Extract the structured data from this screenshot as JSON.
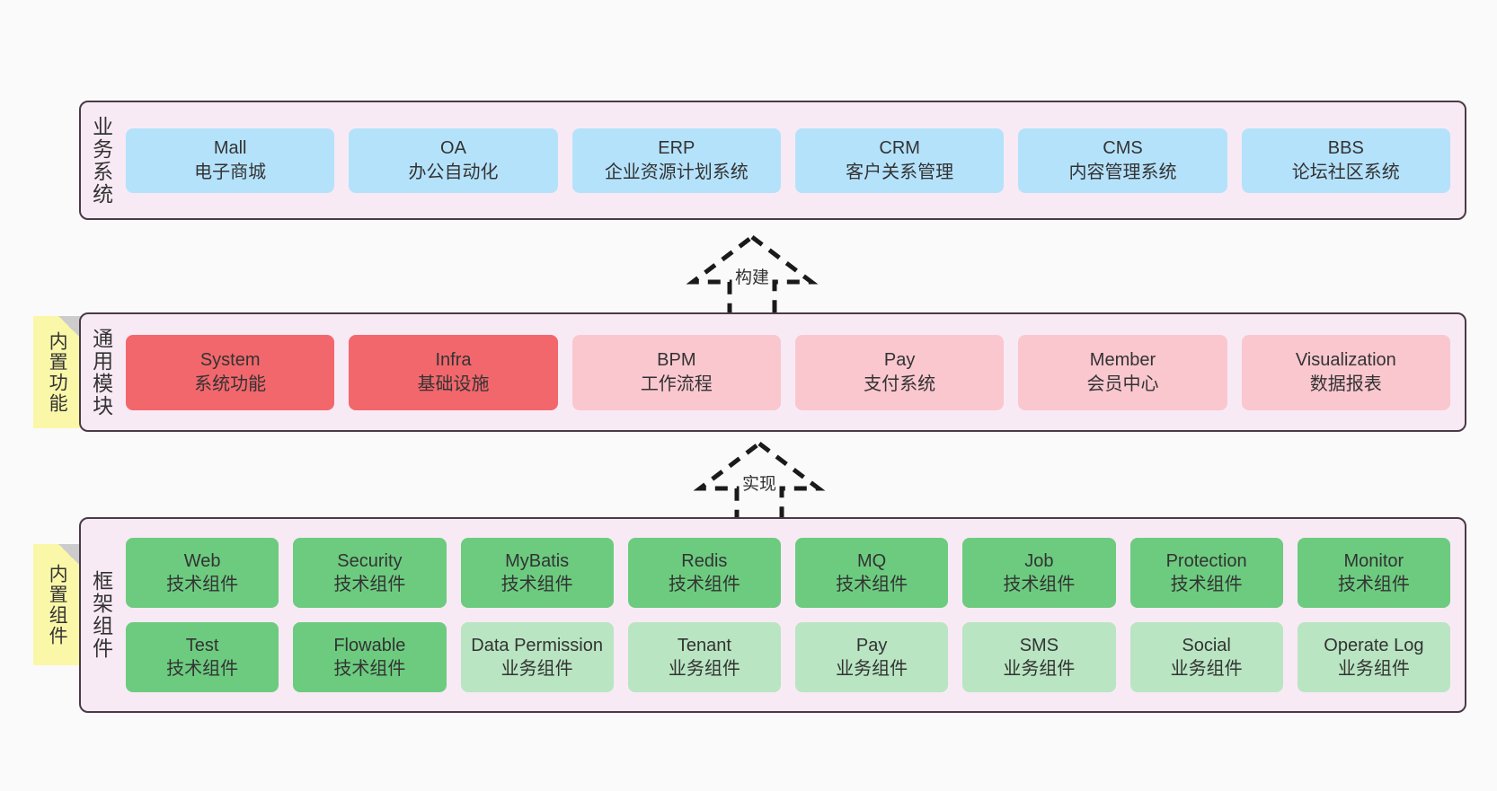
{
  "diagram": {
    "title_hidden": "",
    "colors": {
      "layer_fill": "#f8eaf4",
      "layer_border": "#4a3a47",
      "business_node": "#b5e2fb",
      "module_core_node": "#f2676c",
      "module_node": "#fac7cf",
      "tech_component_node": "#6ccb7f",
      "biz_component_node": "#b9e5c2",
      "sticky_note": "#fbf7a8",
      "sticky_fold": "#cccccc",
      "text": "#333333",
      "background": "#fafafa"
    }
  },
  "layers": {
    "business": {
      "title": "业务系统",
      "nodes": [
        {
          "name": "Mall",
          "desc": "电子商城"
        },
        {
          "name": "OA",
          "desc": "办公自动化"
        },
        {
          "name": "ERP",
          "desc": "企业资源计划系统"
        },
        {
          "name": "CRM",
          "desc": "客户关系管理"
        },
        {
          "name": "CMS",
          "desc": "内容管理系统"
        },
        {
          "name": "BBS",
          "desc": "论坛社区系统"
        }
      ]
    },
    "modules": {
      "title": "通用模块",
      "sticky": "内置功能",
      "nodes": [
        {
          "name": "System",
          "desc": "系统功能",
          "style": "red"
        },
        {
          "name": "Infra",
          "desc": "基础设施",
          "style": "red"
        },
        {
          "name": "BPM",
          "desc": "工作流程",
          "style": "pink"
        },
        {
          "name": "Pay",
          "desc": "支付系统",
          "style": "pink"
        },
        {
          "name": "Member",
          "desc": "会员中心",
          "style": "pink"
        },
        {
          "name": "Visualization",
          "desc": "数据报表",
          "style": "pink"
        }
      ]
    },
    "framework": {
      "title": "框架组件",
      "sticky": "内置组件",
      "row1": [
        {
          "name": "Web",
          "desc": "技术组件",
          "style": "green"
        },
        {
          "name": "Security",
          "desc": "技术组件",
          "style": "green"
        },
        {
          "name": "MyBatis",
          "desc": "技术组件",
          "style": "green"
        },
        {
          "name": "Redis",
          "desc": "技术组件",
          "style": "green"
        },
        {
          "name": "MQ",
          "desc": "技术组件",
          "style": "green"
        },
        {
          "name": "Job",
          "desc": "技术组件",
          "style": "green"
        },
        {
          "name": "Protection",
          "desc": "技术组件",
          "style": "green"
        },
        {
          "name": "Monitor",
          "desc": "技术组件",
          "style": "green"
        }
      ],
      "row2": [
        {
          "name": "Test",
          "desc": "技术组件",
          "style": "green"
        },
        {
          "name": "Flowable",
          "desc": "技术组件",
          "style": "green"
        },
        {
          "name": "Data Permission",
          "desc": "业务组件",
          "style": "lightgreen",
          "wrap": true
        },
        {
          "name": "Tenant",
          "desc": "业务组件",
          "style": "lightgreen"
        },
        {
          "name": "Pay",
          "desc": "业务组件",
          "style": "lightgreen"
        },
        {
          "name": "SMS",
          "desc": "业务组件",
          "style": "lightgreen"
        },
        {
          "name": "Social",
          "desc": "业务组件",
          "style": "lightgreen"
        },
        {
          "name": "Operate Log",
          "desc": "业务组件",
          "style": "lightgreen"
        }
      ]
    }
  },
  "connectors": [
    {
      "id": "build",
      "label": "构建",
      "from": "通用模块",
      "to": "业务系统"
    },
    {
      "id": "implement",
      "label": "实现",
      "from": "框架组件",
      "to": "通用模块"
    }
  ]
}
